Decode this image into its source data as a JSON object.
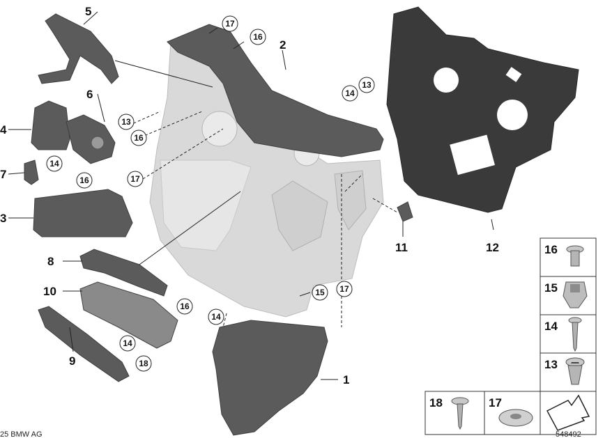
{
  "diagram": {
    "part_labels": [
      "1",
      "2",
      "3",
      "4",
      "5",
      "6",
      "7",
      "8",
      "9",
      "10",
      "11",
      "12"
    ],
    "circled_labels": {
      "c17_top": "17",
      "c16_top": "16",
      "c14_right": "14",
      "c13_right": "13",
      "c13_mid": "13",
      "c16_mid": "16",
      "c14_mid": "14",
      "c16_low": "16",
      "c17_mid": "17",
      "c15": "15",
      "c17_low": "17",
      "c14_low": "14",
      "c16_bottom": "16",
      "c14_bottom": "14",
      "c18_bottom": "18"
    },
    "fastener_table": {
      "right_column": [
        "16",
        "15",
        "14",
        "13"
      ],
      "bottom_row": [
        "18",
        "17"
      ]
    },
    "copyright": "25 BMW AG",
    "diagram_number": "548492"
  }
}
